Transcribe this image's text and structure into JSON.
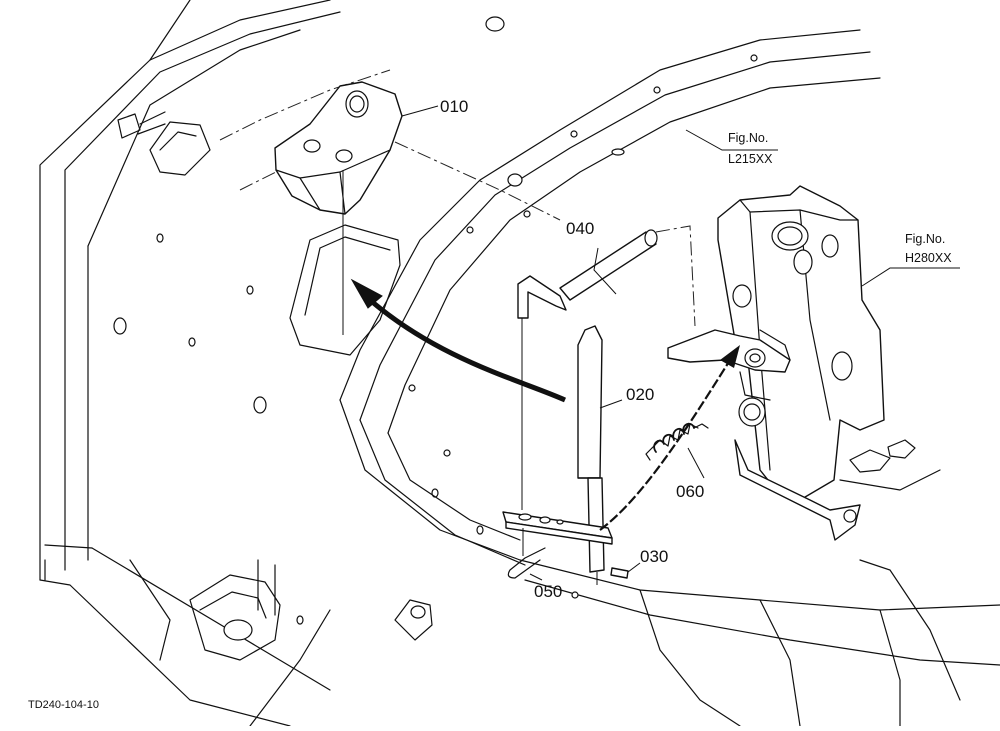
{
  "callouts": [
    {
      "id": "010",
      "label": "010"
    },
    {
      "id": "020",
      "label": "020"
    },
    {
      "id": "030",
      "label": "030"
    },
    {
      "id": "040",
      "label": "040"
    },
    {
      "id": "050",
      "label": "050"
    },
    {
      "id": "060",
      "label": "060"
    }
  ],
  "fig_refs": [
    {
      "caption": "Fig.No.",
      "code": "L215XX"
    },
    {
      "caption": "Fig.No.",
      "code": "H280XX"
    }
  ],
  "drawing_code": "TD240-104-10",
  "colors": {
    "ink": "#111111",
    "paper": "#ffffff"
  }
}
